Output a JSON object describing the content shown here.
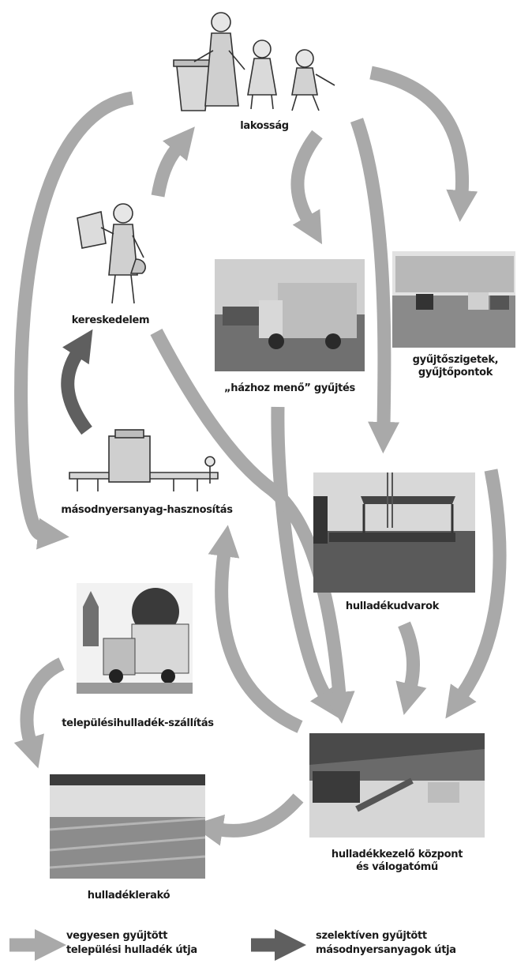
{
  "nodes": {
    "lakossag": "lakosság",
    "kereskedelem": "kereskedelem",
    "hazhoz": "„házhoz menő” gyűjtés",
    "gyujtoszigetek_line1": "gyűjtőszigetek,",
    "gyujtoszigetek_line2": "gyűjtőpontok",
    "masodnyersanyag": "másodnyersanyag-hasznosítás",
    "hulladekudvarok": "hulladékudvarok",
    "szallitas": "településihulladék-szállítás",
    "kozpont_line1": "hulladékkezelő központ",
    "kozpont_line2": "és válogatómű",
    "lerako": "hulladéklerakó"
  },
  "legend": {
    "mixed_line1": "vegyesen gyűjtött",
    "mixed_line2": "települési hulladék útja",
    "selective_line1": "szelektíven gyűjtött",
    "selective_line2": "másodnyersanyagok útja"
  },
  "colors": {
    "mixed_arrow": "#a9a9a9",
    "selective_arrow": "#5f5f5f"
  }
}
